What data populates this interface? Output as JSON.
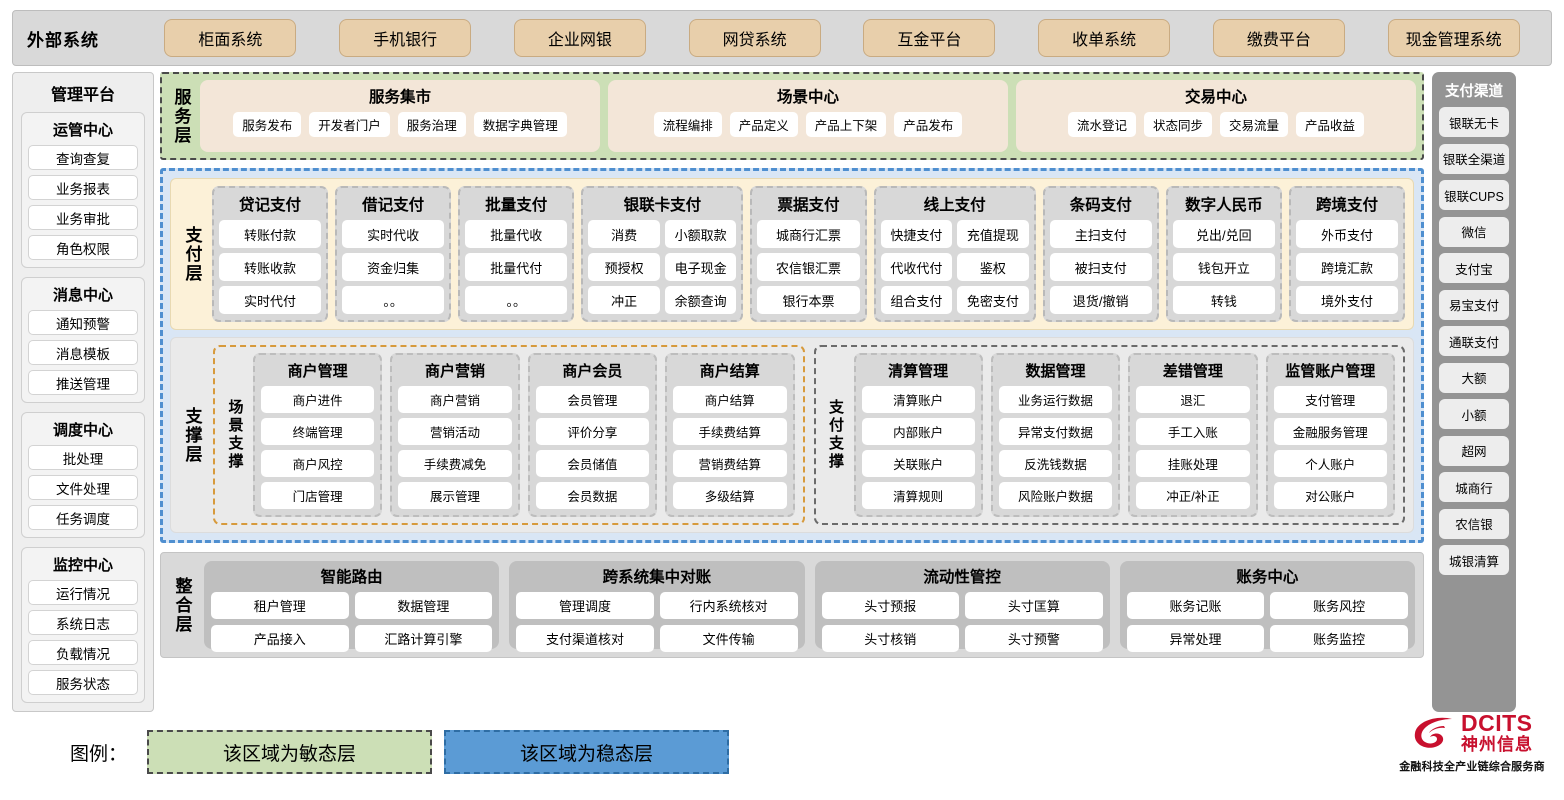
{
  "external_bar": {
    "title": "外部系统",
    "items": [
      "柜面系统",
      "手机银行",
      "企业网银",
      "网贷系统",
      "互金平台",
      "收单系统",
      "缴费平台",
      "现金管理系统"
    ]
  },
  "management_platform": {
    "title": "管理平台",
    "groups": [
      {
        "title": "运管中心",
        "items": [
          "查询查复",
          "业务报表",
          "业务审批",
          "角色权限"
        ]
      },
      {
        "title": "消息中心",
        "items": [
          "通知预警",
          "消息模板",
          "推送管理"
        ]
      },
      {
        "title": "调度中心",
        "items": [
          "批处理",
          "文件处理",
          "任务调度"
        ]
      },
      {
        "title": "监控中心",
        "items": [
          "运行情况",
          "系统日志",
          "负载情况",
          "服务状态"
        ]
      }
    ]
  },
  "service_layer": {
    "label": "服务层",
    "cards": [
      {
        "title": "服务集市",
        "items": [
          "服务发布",
          "开发者门户",
          "服务治理",
          "数据字典管理"
        ]
      },
      {
        "title": "场景中心",
        "items": [
          "流程编排",
          "产品定义",
          "产品上下架",
          "产品发布"
        ]
      },
      {
        "title": "交易中心",
        "items": [
          "流水登记",
          "状态同步",
          "交易流量",
          "产品收益"
        ]
      }
    ]
  },
  "payment_layer": {
    "label": "支付层",
    "groups": [
      {
        "title": "贷记支付",
        "cols": 1,
        "items": [
          "转账付款",
          "转账收款",
          "实时代付"
        ]
      },
      {
        "title": "借记支付",
        "cols": 1,
        "items": [
          "实时代收",
          "资金归集",
          "。。"
        ]
      },
      {
        "title": "批量支付",
        "cols": 1,
        "items": [
          "批量代收",
          "批量代付",
          "。。"
        ]
      },
      {
        "title": "银联卡支付",
        "cols": 2,
        "items": [
          "消费",
          "小额取款",
          "预授权",
          "电子现金",
          "冲正",
          "余额查询"
        ]
      },
      {
        "title": "票据支付",
        "cols": 1,
        "items": [
          "城商行汇票",
          "农信银汇票",
          "银行本票"
        ]
      },
      {
        "title": "线上支付",
        "cols": 2,
        "items": [
          "快捷支付",
          "充值提现",
          "代收代付",
          "鉴权",
          "组合支付",
          "免密支付"
        ]
      },
      {
        "title": "条码支付",
        "cols": 1,
        "items": [
          "主扫支付",
          "被扫支付",
          "退货/撤销"
        ]
      },
      {
        "title": "数字人民币",
        "cols": 1,
        "items": [
          "兑出/兑回",
          "钱包开立",
          "转钱"
        ]
      },
      {
        "title": "跨境支付",
        "cols": 1,
        "items": [
          "外币支付",
          "跨境汇款",
          "境外支付"
        ]
      }
    ]
  },
  "support_layer": {
    "label": "支撑层",
    "boxes": [
      {
        "label": "场景支撑",
        "groups": [
          {
            "title": "商户管理",
            "items": [
              "商户进件",
              "终端管理",
              "商户风控",
              "门店管理"
            ]
          },
          {
            "title": "商户营销",
            "items": [
              "商户营销",
              "营销活动",
              "手续费减免",
              "展示管理"
            ]
          },
          {
            "title": "商户会员",
            "items": [
              "会员管理",
              "评价分享",
              "会员储值",
              "会员数据"
            ]
          },
          {
            "title": "商户结算",
            "items": [
              "商户结算",
              "手续费结算",
              "营销费结算",
              "多级结算"
            ]
          }
        ]
      },
      {
        "label": "支付支撑",
        "groups": [
          {
            "title": "清算管理",
            "items": [
              "清算账户",
              "内部账户",
              "关联账户",
              "清算规则"
            ]
          },
          {
            "title": "数据管理",
            "items": [
              "业务运行数据",
              "异常支付数据",
              "反洗钱数据",
              "风险账户数据"
            ]
          },
          {
            "title": "差错管理",
            "items": [
              "退汇",
              "手工入账",
              "挂账处理",
              "冲正/补正"
            ]
          },
          {
            "title": "监管账户管理",
            "items": [
              "支付管理",
              "金融服务管理",
              "个人账户",
              "对公账户"
            ]
          }
        ]
      }
    ]
  },
  "integration_layer": {
    "label": "整合层",
    "groups": [
      {
        "title": "智能路由",
        "items": [
          "租户管理",
          "数据管理",
          "产品接入",
          "汇路计算引擎"
        ]
      },
      {
        "title": "跨系统集中对账",
        "items": [
          "管理调度",
          "行内系统核对",
          "支付渠道核对",
          "文件传输"
        ]
      },
      {
        "title": "流动性管控",
        "items": [
          "头寸预报",
          "头寸匡算",
          "头寸核销",
          "头寸预警"
        ]
      },
      {
        "title": "账务中心",
        "items": [
          "账务记账",
          "账务风控",
          "异常处理",
          "账务监控"
        ]
      }
    ]
  },
  "payment_channels": {
    "title": "支付渠道",
    "items": [
      "银联无卡",
      "银联全渠道",
      "银联CUPS",
      "微信",
      "支付宝",
      "易宝支付",
      "通联支付",
      "大额",
      "小额",
      "超网",
      "城商行",
      "农信银",
      "城银清算"
    ]
  },
  "legend": {
    "label": "图例：",
    "agile": "该区域为敏态层",
    "stable": "该区域为稳态层",
    "agile_color": "#ccdfb6",
    "stable_color": "#5b9bd5"
  },
  "logo": {
    "en": "DCITS",
    "cn": "神州信息",
    "tagline": "金融科技全产业链综合服务商",
    "color": "#c8102e"
  }
}
